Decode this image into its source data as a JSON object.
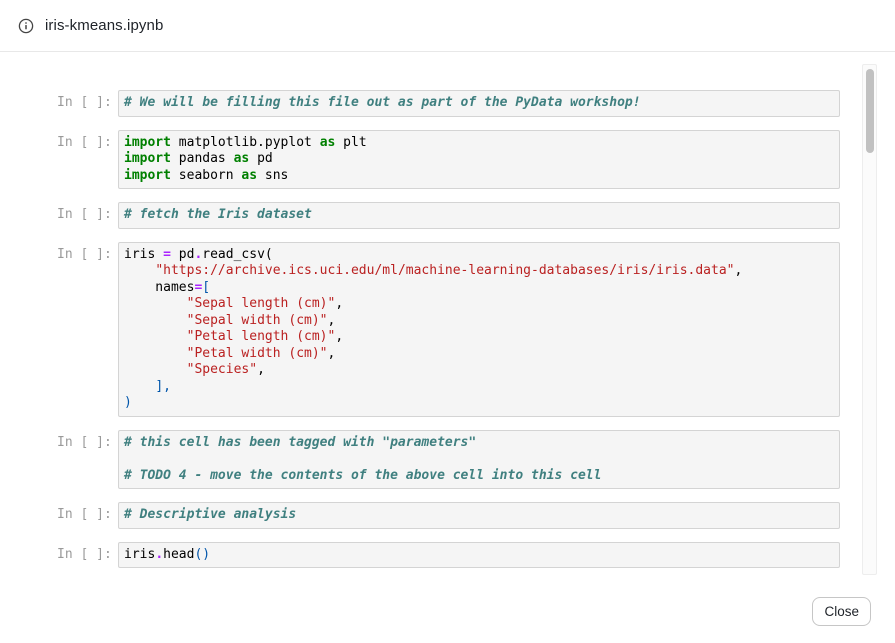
{
  "window": {
    "title": "iris-kmeans.ipynb",
    "title_icon": "info-icon"
  },
  "footer": {
    "close_label": "Close"
  },
  "theme": {
    "keyword-color": "#008000",
    "operator-color": "#aa22ff",
    "string-color": "#ba2121",
    "comment-color": "#408080",
    "punctuation-color": "#0055aa",
    "code-color": "#000000",
    "prompt-color": "#9a9a9a",
    "cell-bg": "#f5f5f5",
    "cell-border": "#d4d4d4"
  },
  "notebook": {
    "prompt": "In [ ]:",
    "cells": [
      {
        "lines": [
          [
            [
              "com",
              "# We will be filling this file out as part of the PyData workshop!"
            ]
          ]
        ]
      },
      {
        "lines": [
          [
            [
              "kw",
              "import"
            ],
            [
              "txt",
              " matplotlib.pyplot "
            ],
            [
              "kw",
              "as"
            ],
            [
              "txt",
              " plt"
            ]
          ],
          [
            [
              "kw",
              "import"
            ],
            [
              "txt",
              " pandas "
            ],
            [
              "kw",
              "as"
            ],
            [
              "txt",
              " pd"
            ]
          ],
          [
            [
              "kw",
              "import"
            ],
            [
              "txt",
              " seaborn "
            ],
            [
              "kw",
              "as"
            ],
            [
              "txt",
              " sns"
            ]
          ]
        ]
      },
      {
        "lines": [
          [
            [
              "com",
              "# fetch the Iris dataset"
            ]
          ]
        ]
      },
      {
        "lines": [
          [
            [
              "txt",
              "iris "
            ],
            [
              "op",
              "="
            ],
            [
              "txt",
              " pd"
            ],
            [
              "op",
              "."
            ],
            [
              "txt",
              "read_csv("
            ]
          ],
          [
            [
              "txt",
              "    "
            ],
            [
              "str",
              "\"https://archive.ics.uci.edu/ml/machine-learning-databases/iris/iris.data\""
            ],
            [
              "txt",
              ","
            ]
          ],
          [
            [
              "txt",
              "    names"
            ],
            [
              "op",
              "="
            ],
            [
              "pun",
              "["
            ]
          ],
          [
            [
              "txt",
              "        "
            ],
            [
              "str",
              "\"Sepal length (cm)\""
            ],
            [
              "txt",
              ","
            ]
          ],
          [
            [
              "txt",
              "        "
            ],
            [
              "str",
              "\"Sepal width (cm)\""
            ],
            [
              "txt",
              ","
            ]
          ],
          [
            [
              "txt",
              "        "
            ],
            [
              "str",
              "\"Petal length (cm)\""
            ],
            [
              "txt",
              ","
            ]
          ],
          [
            [
              "txt",
              "        "
            ],
            [
              "str",
              "\"Petal width (cm)\""
            ],
            [
              "txt",
              ","
            ]
          ],
          [
            [
              "txt",
              "        "
            ],
            [
              "str",
              "\"Species\""
            ],
            [
              "txt",
              ","
            ]
          ],
          [
            [
              "txt",
              "    "
            ],
            [
              "pun",
              "],"
            ]
          ],
          [
            [
              "pun",
              ")"
            ]
          ]
        ]
      },
      {
        "lines": [
          [
            [
              "com",
              "# this cell has been tagged with \"parameters\""
            ]
          ],
          [],
          [
            [
              "com",
              "# TODO 4 - move the contents of the above cell into this cell"
            ]
          ]
        ]
      },
      {
        "lines": [
          [
            [
              "com",
              "# Descriptive analysis"
            ]
          ]
        ]
      },
      {
        "lines": [
          [
            [
              "txt",
              "iris"
            ],
            [
              "op",
              "."
            ],
            [
              "txt",
              "head"
            ],
            [
              "pun",
              "()"
            ]
          ]
        ]
      }
    ]
  }
}
